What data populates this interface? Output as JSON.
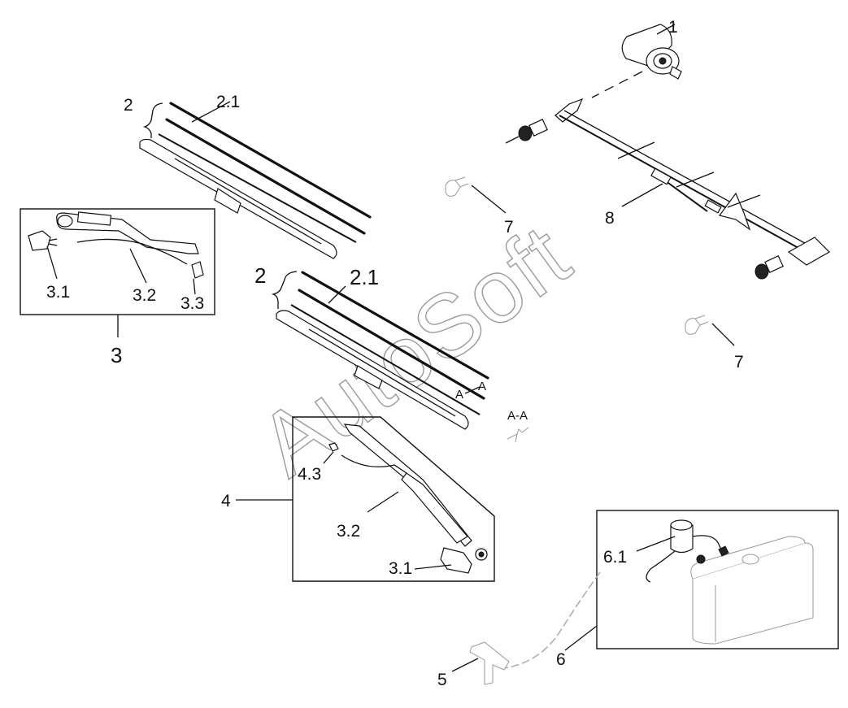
{
  "watermark": "AutoSoft",
  "labels": {
    "motor": "1",
    "blade_left": "2",
    "rubber_left": "2.1",
    "blade_right": "2",
    "rubber_right": "2.1",
    "arm_assembly_left": "3",
    "arm_cap_left": "3.1",
    "arm_left": "3.2",
    "arm_clip_left": "3.3",
    "arm_assembly_right": "4",
    "arm_clip_right": "4.3",
    "arm_right": "3.2",
    "arm_cap_right": "3.1",
    "tee_connector": "5",
    "washer_reservoir": "6",
    "washer_pump": "6.1",
    "nozzle_upper": "7",
    "nozzle_lower": "7",
    "linkage": "8"
  },
  "section_marks": {
    "near_blade_a": "A",
    "near_blade_b": "A",
    "section_title": "A-A"
  }
}
